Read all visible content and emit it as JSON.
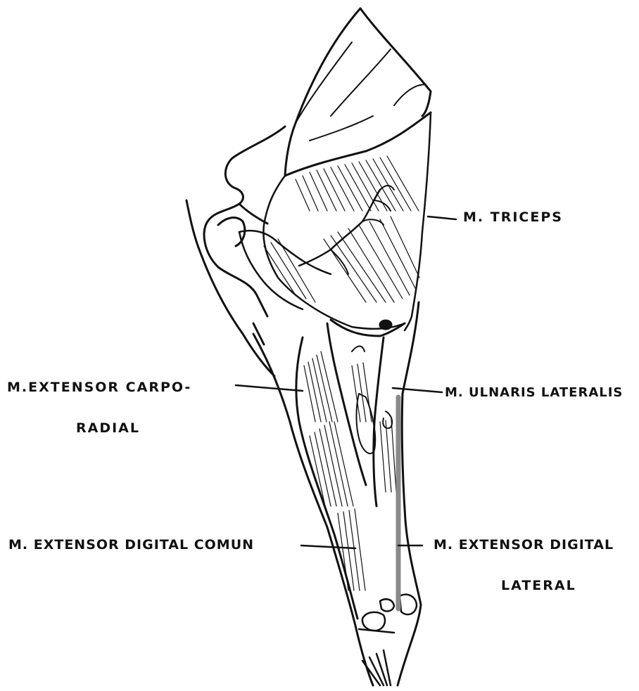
{
  "labels": {
    "triceps": "M. TRICEPS",
    "extensor_carpo_radial_line1": "M.EXTENSOR CARPO-",
    "extensor_carpo_radial_line2": "RADIAL",
    "ulnaris_lateralis": "M. ULNARIS LATERALIS",
    "extensor_digital_comun": "M. EXTENSOR DIGITAL COMUN",
    "extensor_digital_lateral_line1": "M. EXTENSOR DIGITAL",
    "extensor_digital_lateral_line2": "LATERAL"
  },
  "colors": {
    "ink": "#111111",
    "highlight_line": "#8a8a8a",
    "background": "#ffffff"
  }
}
